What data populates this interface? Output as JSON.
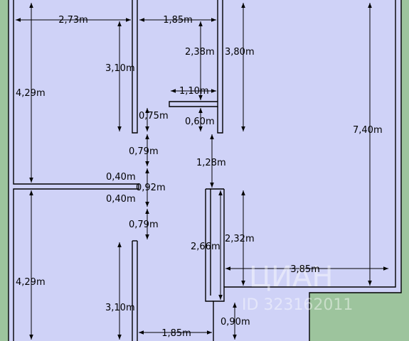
{
  "colors": {
    "outside": "#9dc49d",
    "floor": "#cfd2f7",
    "wall": "#000000",
    "watermark": "#ffffff"
  },
  "dimensions": {
    "room1_width": "2,73m",
    "room2_width": "1,85m",
    "room1_height": "4,29m",
    "wall_3_10_top": "3,10m",
    "dim_2_38": "2,38m",
    "dim_3_80": "3,80m",
    "dim_1_10": "1,10m",
    "dim_0_75": "0,75m",
    "dim_0_60": "0,60m",
    "dim_7_40": "7,40m",
    "dim_0_79_top": "0,79m",
    "dim_1_28": "1,28m",
    "dim_0_40_a": "0,40m",
    "dim_0_92": "0,92m",
    "dim_0_40_b": "0,40m",
    "dim_0_79_bottom": "0,79m",
    "dim_2_32": "2,32m",
    "dim_2_66": "2,66m",
    "dim_3_85": "3,85m",
    "room3_height": "4,29m",
    "wall_3_10_bottom": "3,10m",
    "room4_width": "1,85m",
    "dim_0_90": "0,90m"
  },
  "watermark": {
    "brand": "ЦИАН",
    "id": "ID 323162011"
  }
}
